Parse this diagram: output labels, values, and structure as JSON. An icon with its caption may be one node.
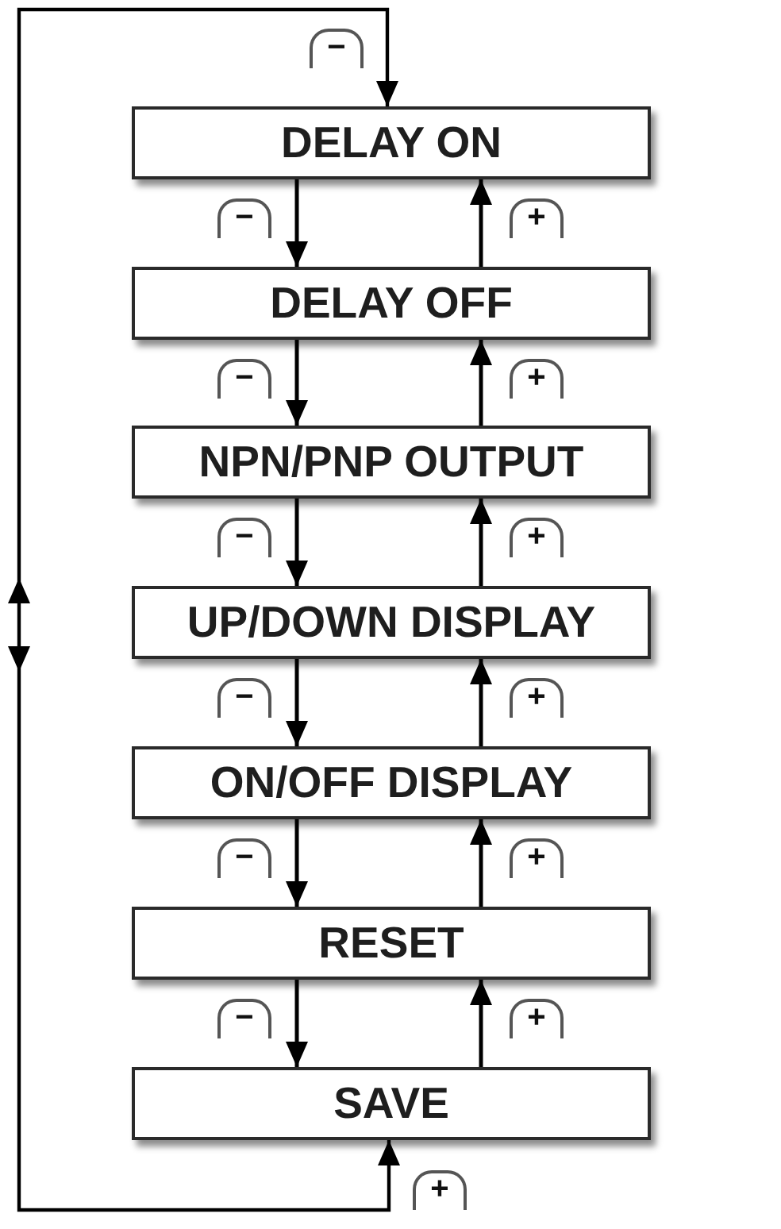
{
  "diagram": {
    "nodes": [
      {
        "text": [
          "DELAY ON"
        ]
      },
      {
        "text": [
          "DELAY OFF"
        ]
      },
      {
        "text": [
          "NPN/PNP OUTPUT"
        ]
      },
      {
        "text": [
          "UP/DOWN DISPLAY"
        ]
      },
      {
        "text": [
          "ON/OFF DISPLAY"
        ]
      },
      {
        "text": [
          "RESET"
        ]
      },
      {
        "text": [
          "SAVE"
        ]
      }
    ],
    "edges": [
      {
        "from": 0,
        "to": 1,
        "arrow": "to",
        "label": "−"
      },
      {
        "from": 1,
        "to": 0,
        "arrow": "to",
        "label": "+"
      },
      {
        "from": 1,
        "to": 2,
        "arrow": "to",
        "label": "−"
      },
      {
        "from": 2,
        "to": 1,
        "arrow": "to",
        "label": "+"
      },
      {
        "from": 2,
        "to": 3,
        "arrow": "to",
        "label": "−"
      },
      {
        "from": 3,
        "to": 2,
        "arrow": "to",
        "label": "+"
      },
      {
        "from": 3,
        "to": 4,
        "arrow": "to",
        "label": "−"
      },
      {
        "from": 4,
        "to": 3,
        "arrow": "to",
        "label": "+"
      },
      {
        "from": 4,
        "to": 5,
        "arrow": "to",
        "label": "−"
      },
      {
        "from": 5,
        "to": 4,
        "arrow": "to",
        "label": "+"
      },
      {
        "from": 5,
        "to": 6,
        "arrow": "to",
        "label": "−"
      },
      {
        "from": 6,
        "to": 5,
        "arrow": "to",
        "label": "+"
      },
      {
        "from": 6,
        "to": 0,
        "arrow": "both"
      }
    ],
    "labels": [
      "−",
      "+"
    ]
  }
}
